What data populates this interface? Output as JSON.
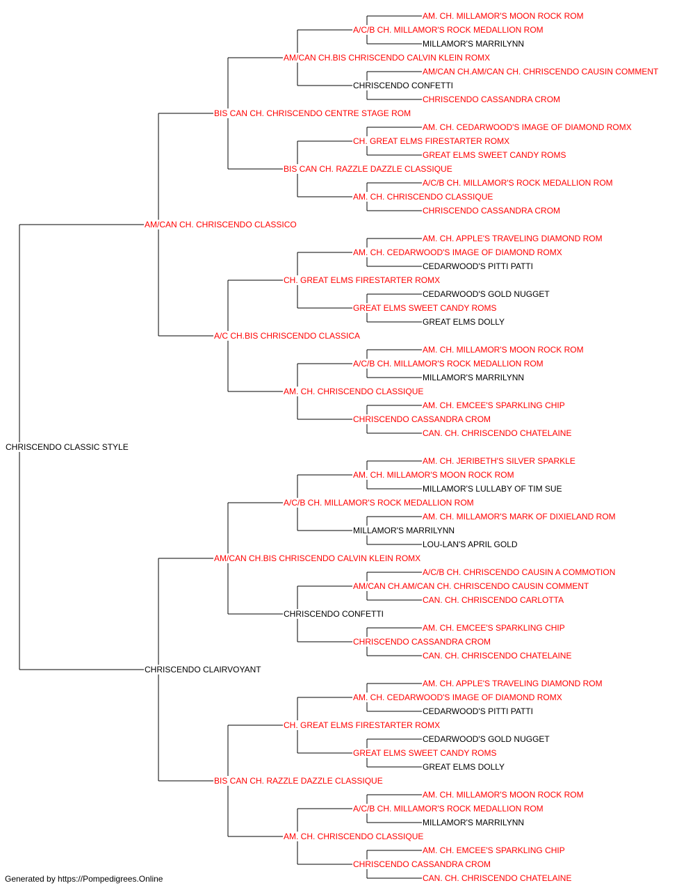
{
  "footer": "Generated by https://Pompedigrees.Online",
  "colors": {
    "titled": "#ff0000",
    "untitled": "#000000",
    "line": "#000000"
  },
  "pedigree": {
    "name": "CHRISCENDO CLASSIC STYLE",
    "titled": false,
    "sire": {
      "name": "AM/CAN CH. CHRISCENDO CLASSICO",
      "titled": true,
      "sire": {
        "name": "BIS CAN CH. CHRISCENDO CENTRE STAGE ROM",
        "titled": true,
        "sire": {
          "name": "AM/CAN CH.BIS CHRISCENDO CALVIN KLEIN ROMX",
          "titled": true,
          "sire": {
            "name": "A/C/B CH. MILLAMOR'S ROCK MEDALLION ROM",
            "titled": true,
            "sire": {
              "name": "AM. CH. MILLAMOR'S MOON ROCK ROM",
              "titled": true
            },
            "dam": {
              "name": "MILLAMOR'S MARRILYNN",
              "titled": false
            }
          },
          "dam": {
            "name": "CHRISCENDO CONFETTI",
            "titled": false,
            "sire": {
              "name": "AM/CAN CH.AM/CAN CH. CHRISCENDO CAUSIN COMMENT",
              "titled": true
            },
            "dam": {
              "name": "CHRISCENDO CASSANDRA CROM",
              "titled": true
            }
          }
        },
        "dam": {
          "name": "BIS CAN CH. RAZZLE DAZZLE CLASSIQUE",
          "titled": true,
          "sire": {
            "name": "CH. GREAT ELMS FIRESTARTER ROMX",
            "titled": true,
            "sire": {
              "name": "AM. CH. CEDARWOOD'S IMAGE OF DIAMOND ROMX",
              "titled": true
            },
            "dam": {
              "name": "GREAT ELMS SWEET CANDY ROMS",
              "titled": true
            }
          },
          "dam": {
            "name": "AM. CH. CHRISCENDO CLASSIQUE",
            "titled": true,
            "sire": {
              "name": "A/C/B CH. MILLAMOR'S ROCK MEDALLION ROM",
              "titled": true
            },
            "dam": {
              "name": "CHRISCENDO CASSANDRA CROM",
              "titled": true
            }
          }
        }
      },
      "dam": {
        "name": "A/C CH.BIS CHRISCENDO CLASSICA",
        "titled": true,
        "sire": {
          "name": "CH. GREAT ELMS FIRESTARTER ROMX",
          "titled": true,
          "sire": {
            "name": "AM. CH. CEDARWOOD'S IMAGE OF DIAMOND ROMX",
            "titled": true,
            "sire": {
              "name": "AM. CH. APPLE'S TRAVELING DIAMOND ROM",
              "titled": true
            },
            "dam": {
              "name": "CEDARWOOD'S PITTI PATTI",
              "titled": false
            }
          },
          "dam": {
            "name": "GREAT ELMS SWEET CANDY ROMS",
            "titled": true,
            "sire": {
              "name": "CEDARWOOD'S GOLD NUGGET",
              "titled": false
            },
            "dam": {
              "name": "GREAT ELMS DOLLY",
              "titled": false
            }
          }
        },
        "dam": {
          "name": "AM. CH. CHRISCENDO CLASSIQUE",
          "titled": true,
          "sire": {
            "name": "A/C/B CH. MILLAMOR'S ROCK MEDALLION ROM",
            "titled": true,
            "sire": {
              "name": "AM. CH. MILLAMOR'S MOON ROCK ROM",
              "titled": true
            },
            "dam": {
              "name": "MILLAMOR'S MARRILYNN",
              "titled": false
            }
          },
          "dam": {
            "name": "CHRISCENDO CASSANDRA CROM",
            "titled": true,
            "sire": {
              "name": "AM. CH. EMCEE'S SPARKLING CHIP",
              "titled": true
            },
            "dam": {
              "name": "CAN. CH. CHRISCENDO CHATELAINE",
              "titled": true
            }
          }
        }
      }
    },
    "dam": {
      "name": "CHRISCENDO CLAIRVOYANT",
      "titled": false,
      "sire": {
        "name": "AM/CAN CH.BIS CHRISCENDO CALVIN KLEIN ROMX",
        "titled": true,
        "sire": {
          "name": "A/C/B CH. MILLAMOR'S ROCK MEDALLION ROM",
          "titled": true,
          "sire": {
            "name": "AM. CH. MILLAMOR'S MOON ROCK ROM",
            "titled": true,
            "sire": {
              "name": "AM. CH. JERIBETH'S SILVER SPARKLE",
              "titled": true
            },
            "dam": {
              "name": "MILLAMOR'S LULLABY OF TIM SUE",
              "titled": false
            }
          },
          "dam": {
            "name": "MILLAMOR'S MARRILYNN",
            "titled": false,
            "sire": {
              "name": "AM. CH. MILLAMOR'S MARK OF DIXIELAND ROM",
              "titled": true
            },
            "dam": {
              "name": "LOU-LAN'S APRIL GOLD",
              "titled": false
            }
          }
        },
        "dam": {
          "name": "CHRISCENDO CONFETTI",
          "titled": false,
          "sire": {
            "name": "AM/CAN CH.AM/CAN CH. CHRISCENDO CAUSIN COMMENT",
            "titled": true,
            "sire": {
              "name": "A/C/B CH. CHRISCENDO CAUSIN A COMMOTION",
              "titled": true
            },
            "dam": {
              "name": "CAN. CH. CHRISCENDO CARLOTTA",
              "titled": true
            }
          },
          "dam": {
            "name": "CHRISCENDO CASSANDRA CROM",
            "titled": true,
            "sire": {
              "name": "AM. CH. EMCEE'S SPARKLING CHIP",
              "titled": true
            },
            "dam": {
              "name": "CAN. CH. CHRISCENDO CHATELAINE",
              "titled": true
            }
          }
        }
      },
      "dam": {
        "name": "BIS CAN CH. RAZZLE DAZZLE CLASSIQUE",
        "titled": true,
        "sire": {
          "name": "CH. GREAT ELMS FIRESTARTER ROMX",
          "titled": true,
          "sire": {
            "name": "AM. CH. CEDARWOOD'S IMAGE OF DIAMOND ROMX",
            "titled": true,
            "sire": {
              "name": "AM. CH. APPLE'S TRAVELING DIAMOND ROM",
              "titled": true
            },
            "dam": {
              "name": "CEDARWOOD'S PITTI PATTI",
              "titled": false
            }
          },
          "dam": {
            "name": "GREAT ELMS SWEET CANDY ROMS",
            "titled": true,
            "sire": {
              "name": "CEDARWOOD'S GOLD NUGGET",
              "titled": false
            },
            "dam": {
              "name": "GREAT ELMS DOLLY",
              "titled": false
            }
          }
        },
        "dam": {
          "name": "AM. CH. CHRISCENDO CLASSIQUE",
          "titled": true,
          "sire": {
            "name": "A/C/B CH. MILLAMOR'S ROCK MEDALLION ROM",
            "titled": true,
            "sire": {
              "name": "AM. CH. MILLAMOR'S MOON ROCK ROM",
              "titled": true
            },
            "dam": {
              "name": "MILLAMOR'S MARRILYNN",
              "titled": false
            }
          },
          "dam": {
            "name": "CHRISCENDO CASSANDRA CROM",
            "titled": true,
            "sire": {
              "name": "AM. CH. EMCEE'S SPARKLING CHIP",
              "titled": true
            },
            "dam": {
              "name": "CAN. CH. CHRISCENDO CHATELAINE",
              "titled": true
            }
          }
        }
      }
    }
  }
}
